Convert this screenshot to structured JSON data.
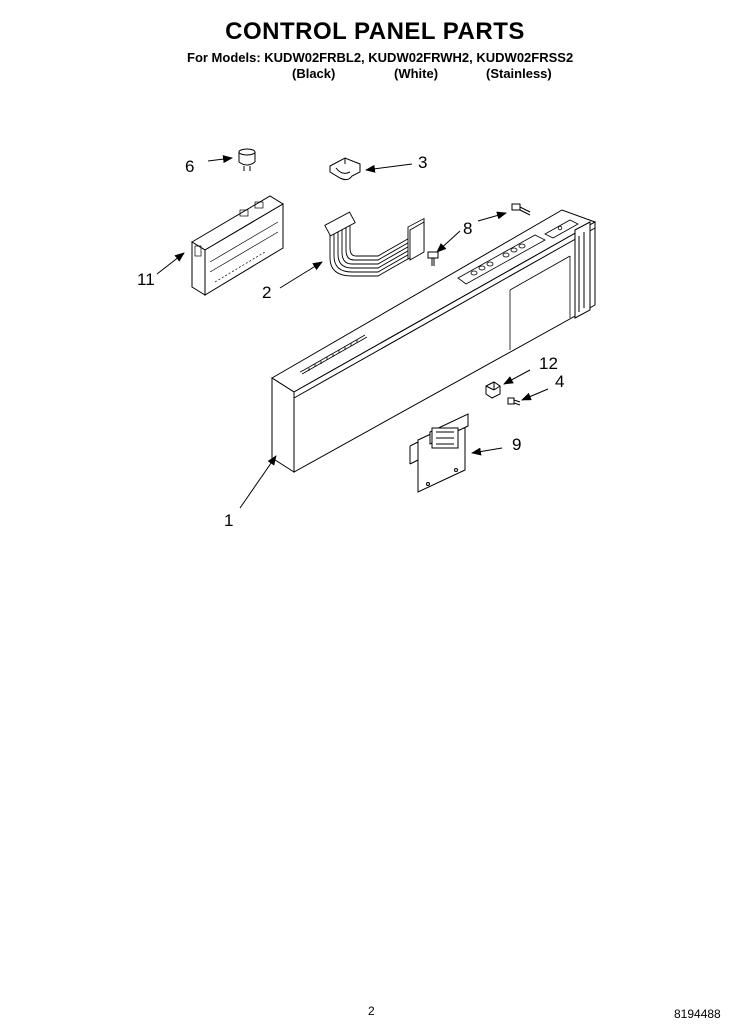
{
  "header": {
    "title": "CONTROL PANEL PARTS",
    "models_line": "For Models: KUDW02FRBL2, KUDW02FRWH2, KUDW02FRSS2",
    "variants": [
      "(Black)",
      "(White)",
      "(Stainless)"
    ]
  },
  "callouts": {
    "c1": "1",
    "c2": "2",
    "c3": "3",
    "c4": "4",
    "c6": "6",
    "c8": "8",
    "c9": "9",
    "c11": "11",
    "c12": "12"
  },
  "footer": {
    "page_number": "2",
    "document_number": "8194488"
  },
  "colors": {
    "line": "#000000",
    "background": "#ffffff"
  }
}
